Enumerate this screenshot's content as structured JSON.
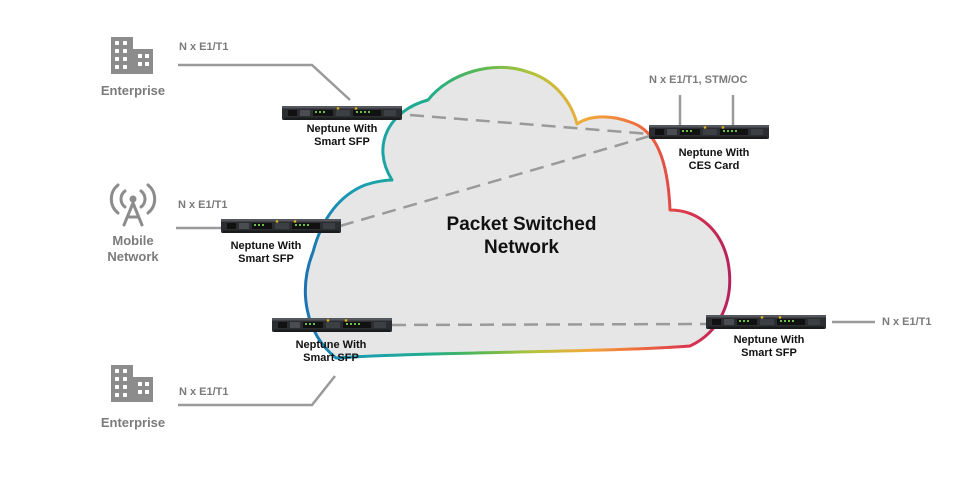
{
  "cloud": {
    "title_line1": "Packet Switched",
    "title_line2": "Network"
  },
  "sites": {
    "enterprise_top": {
      "label": "Enterprise",
      "icon": "building-icon",
      "link_label": "N x E1/T1"
    },
    "mobile": {
      "label_line1": "Mobile",
      "label_line2": "Network",
      "icon": "cell-tower-icon",
      "link_label": "N x E1/T1"
    },
    "enterprise_bottom": {
      "label": "Enterprise",
      "icon": "building-icon",
      "link_label": "N x E1/T1"
    },
    "ces_uplink": {
      "link_label": "N x E1/T1, STM/OC"
    },
    "right": {
      "link_label": "N x E1/T1"
    }
  },
  "devices": {
    "top_left": {
      "line1": "Neptune With",
      "line2": "Smart SFP"
    },
    "mid_left": {
      "line1": "Neptune With",
      "line2": "Smart SFP"
    },
    "bottom_left": {
      "line1": "Neptune With",
      "line2": "Smart SFP"
    },
    "ces": {
      "line1": "Neptune With",
      "line2": "CES Card"
    },
    "bottom_right": {
      "line1": "Neptune With",
      "line2": "Smart SFP"
    }
  },
  "colors": {
    "cloud_fill": "#e6e6e7",
    "link_grey": "#9a9a9a",
    "icon_grey": "#8c8c8c",
    "gradient": [
      "#1b6eb1",
      "#1a9cb5",
      "#1fae8a",
      "#5db84f",
      "#b7c43a",
      "#f2a93b",
      "#ef6b3d",
      "#d8334f",
      "#b0205e"
    ]
  }
}
